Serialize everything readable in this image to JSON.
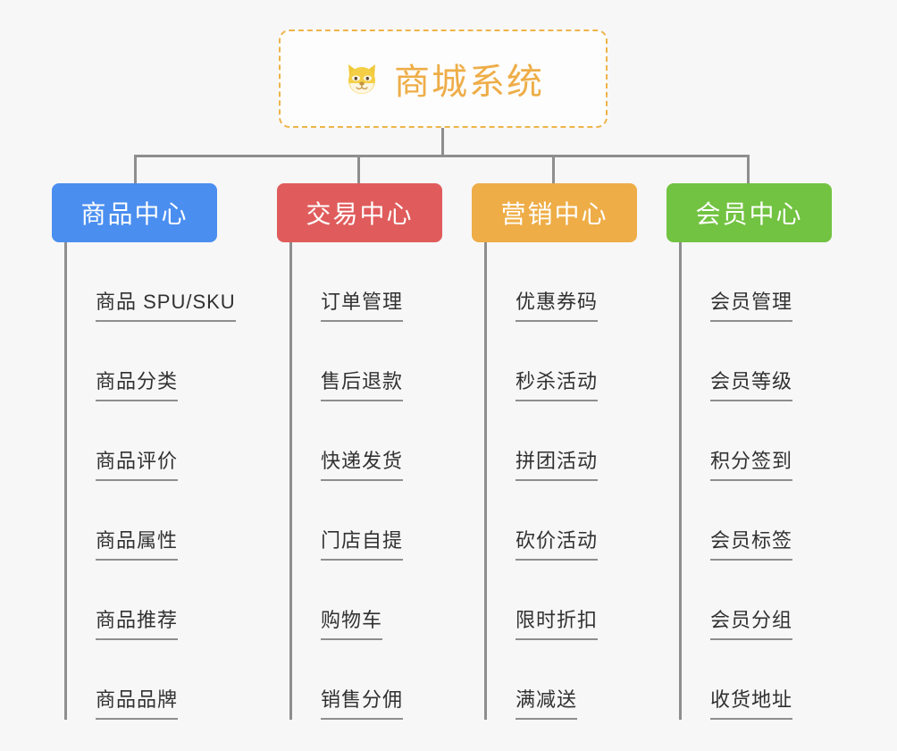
{
  "root": {
    "title": "商城系统",
    "icon": "dog-face-emoji",
    "border_color": "#eead47",
    "text_color": "#eead47"
  },
  "connector_color": "#8e8e8e",
  "background_color": "#f7f7f7",
  "categories": [
    {
      "label": "商品中心",
      "color": "#4a8ef0",
      "items": [
        "商品 SPU/SKU",
        "商品分类",
        "商品评价",
        "商品属性",
        "商品推荐",
        "商品品牌"
      ]
    },
    {
      "label": "交易中心",
      "color": "#e05c5c",
      "items": [
        "订单管理",
        "售后退款",
        "快递发货",
        "门店自提",
        "购物车",
        "销售分佣"
      ]
    },
    {
      "label": "营销中心",
      "color": "#eead47",
      "items": [
        "优惠券码",
        "秒杀活动",
        "拼团活动",
        "砍价活动",
        "限时折扣",
        "满减送"
      ]
    },
    {
      "label": "会员中心",
      "color": "#72c341",
      "items": [
        "会员管理",
        "会员等级",
        "积分签到",
        "会员标签",
        "会员分组",
        "收货地址"
      ]
    }
  ]
}
